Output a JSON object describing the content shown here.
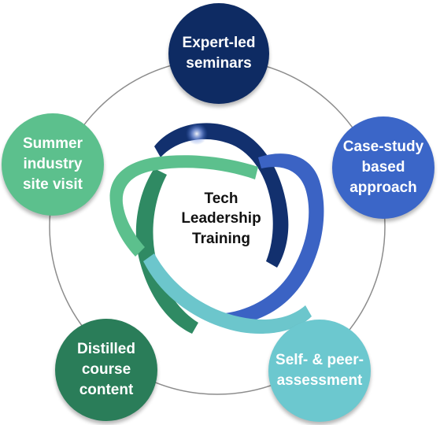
{
  "center": {
    "label": "Tech\nLeadership\nTraining"
  },
  "nodes": [
    {
      "id": "expert-led-seminars",
      "label": "Expert-led\nseminars",
      "color": "#0e2b63"
    },
    {
      "id": "case-study-based-approach",
      "label": "Case-study\nbased\napproach",
      "color": "#3b66c8"
    },
    {
      "id": "self-peer-assessment",
      "label": "Self- & peer-\nassessment",
      "color": "#6cc8cf"
    },
    {
      "id": "distilled-course-content",
      "label": "Distilled\ncourse\ncontent",
      "color": "#2a7d59"
    },
    {
      "id": "summer-industry-site-visit",
      "label": "Summer\nindustry\nsite visit",
      "color": "#5cc08d"
    }
  ],
  "ring_color": "#8c8c8c"
}
